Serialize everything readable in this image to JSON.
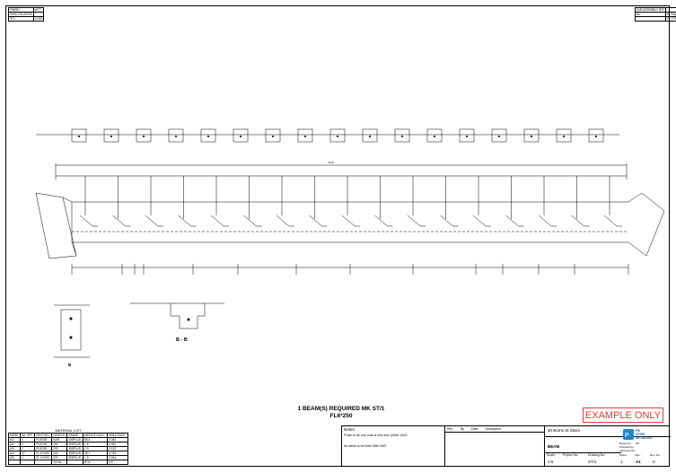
{
  "drawing": {
    "title_line1": "1  BEAM(S)  REQUIRED  MK ST/1",
    "title_line2": "FL6*250",
    "watermark": "EXAMPLE ONLY",
    "section_label": "B - B",
    "view_label": "B",
    "overall_dimension": "7615"
  },
  "top_left_box": {
    "rows": [
      [
        "FINISH",
        "ACT"
      ],
      [
        "GRID LOCATION",
        ""
      ],
      [
        "ST1",
        "14 B3"
      ]
    ]
  },
  "top_right_box": {
    "rows": [
      [
        "SUB ASSEMBLY REF",
        ""
      ],
      [
        "No.",
        "B. Requires"
      ],
      [
        "",
        "FL7*7M"
      ]
    ]
  },
  "material_list": {
    "title": "MATERIAL LIST",
    "headers": [
      "MARK",
      "No. OFF",
      "SECTION",
      "LENGTH",
      "GRADE",
      "WEIGHT EACH",
      "AREA EACH"
    ],
    "rows": [
      [
        "A/1",
        "1",
        "FL6*250",
        "6200",
        "300PLUS",
        "68.3",
        "3.340"
      ],
      [
        "A/2",
        "1",
        "FL6*140",
        "150",
        "300PLUS",
        "1.6",
        "0.040"
      ],
      [
        "A/3",
        "1",
        "FL6*200",
        "200",
        "300PLUS",
        "1.9",
        "0.152"
      ],
      [
        "A/4",
        "17",
        "FL 10*100",
        "220",
        "300PLUS",
        "38.7",
        "0.746"
      ],
      [
        "A/5",
        "1",
        "FL 10*100",
        "220",
        "300PLUS",
        "1.8",
        "0.044"
      ]
    ],
    "total_label": "TOTAL",
    "total_weight": "87.6",
    "total_area": "3.6"
  },
  "notes": {
    "title": "Notes:",
    "lines": [
      "Finish to be one coat of zinc zinc primer UNO",
      "All welds to be 6mm fillet UNO"
    ]
  },
  "revision_block": {
    "headers": [
      "Rev.",
      "By",
      "Date",
      "Description"
    ]
  },
  "title_block": {
    "project": "30 Burns St Stairs",
    "drawing_title": "BEAM",
    "company_line1": "PB",
    "company_line2": "STEEL",
    "company_line3": "DETAILING",
    "drawn_by_label": "Drawn by:",
    "drawn_by": "SP",
    "checked_label": "Checked by:",
    "approved_label": "Approved by:",
    "scale_label": "Scale:",
    "scale": "1:5",
    "project_no_label": "Project No:",
    "drawing_no_label": "Drawing No:",
    "drawing_no": "ST/1",
    "sheet_label": "Sheet:",
    "sheet": "1",
    "size_label": "Size:",
    "size": "A1",
    "rev_label": "Rev. No:",
    "rev": "0"
  }
}
